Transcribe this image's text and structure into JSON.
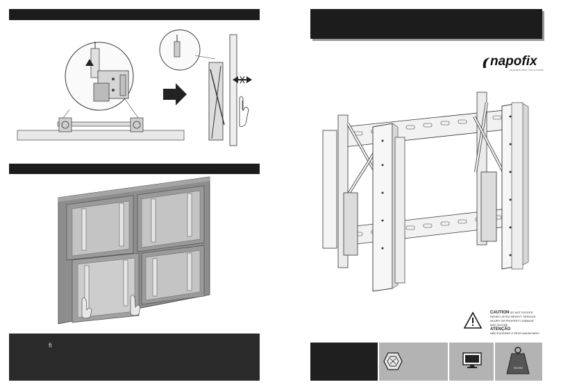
{
  "brand": {
    "name": "napofix",
    "tagline": "TECHNOLOGY SOLUTIONS"
  },
  "footer_note": {
    "glyph": "ﬁ"
  },
  "caution": {
    "title1": "CAUTION",
    "line1": "DO NOT EXCEED",
    "line2": "RATED LISTED WEIGHT. SERIOUS",
    "line3": "INJURY OR PROPERTY DAMAGE",
    "line4": "MAY OCCUR!",
    "title2": "ATENÇÃO",
    "line5": "NÃO EXCEDER O PESO ANUNCIADO"
  },
  "weight_badge": {
    "label": "RATED"
  },
  "colors": {
    "bar": "#1c1c1c",
    "footer_left": "#2a2a2a",
    "tile_gray": "#b3b3b3",
    "wall": "#8a8a8a"
  },
  "icons": [
    "hex-bolt-icon",
    "tv-icon",
    "weight-icon",
    "warning-icon",
    "hand-icon",
    "push-arrow-icon"
  ]
}
